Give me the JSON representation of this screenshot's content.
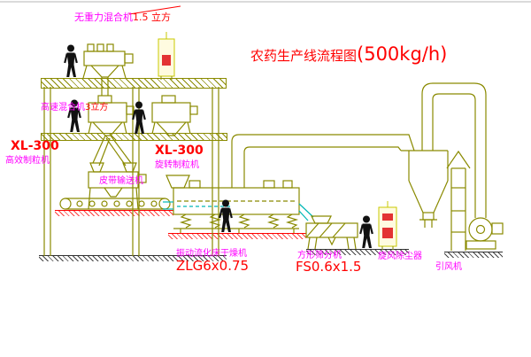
{
  "drawing": {
    "title": "农药生产线流程图",
    "capacity": "(500kg/h)"
  },
  "labels": {
    "gravity_mixer_name": "无重力混合机",
    "gravity_mixer_spec": "1.5 立方",
    "high_speed_mixer_name": "高速混合机",
    "high_speed_mixer_spec": "3立方",
    "granulator_left_model": "XL-300",
    "granulator_left_name": "高效制粒机",
    "granulator_right_model": "XL-300",
    "granulator_right_name": "旋转制粒机",
    "belt_conveyor": "皮带输送机",
    "dryer_name": "振动流化床干燥机",
    "dryer_model": "ZLG6x0.75",
    "sieve_name": "方形筛分机",
    "sieve_model": "FS0.6x1.5",
    "cyclone": "旋风除尘器",
    "fan": "引风机"
  },
  "colors": {
    "machinery_line": "#8a8a00",
    "label_magenta": "#ff00ff",
    "label_red": "#ff0000",
    "cabinet_yellow": "#c9c900",
    "accent_cyan": "#00b7b7",
    "figure_black": "#111111",
    "background": "#ffffff"
  }
}
